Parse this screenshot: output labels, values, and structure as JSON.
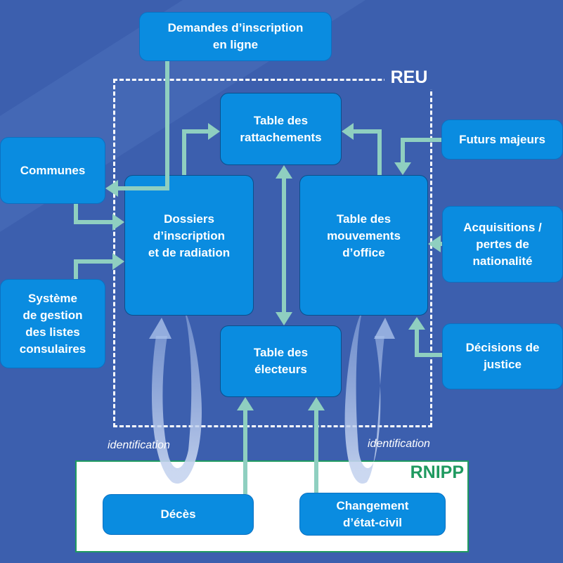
{
  "frames": {
    "reu_label": "REU",
    "rnipp_label": "RNIPP"
  },
  "boxes": {
    "demandes": "Demandes d’inscription\nen ligne",
    "rattachements": "Table des\nrattachements",
    "communes": "Communes",
    "futurs_majeurs": "Futurs majeurs",
    "dossiers": "Dossiers\nd’inscription\net de radiation",
    "mouvements": "Table des\nmouvements\nd’office",
    "acquisitions": "Acquisitions /\npertes de\nnationalité",
    "systeme": "Système\nde gestion\ndes listes\nconsulaires",
    "electeurs": "Table des\nélecteurs",
    "decisions": "Décisions de\njustice",
    "deces": "Décès",
    "changement": "Changement\nd’état-civil"
  },
  "labels": {
    "identification_left": "identification",
    "identification_right": "identification"
  },
  "colors": {
    "background": "#3c5fae",
    "box_fill": "#0a8ce0",
    "arrow": "#8fcfc0",
    "rnipp_border": "#1f9a60",
    "reu_border": "#ffffff"
  }
}
